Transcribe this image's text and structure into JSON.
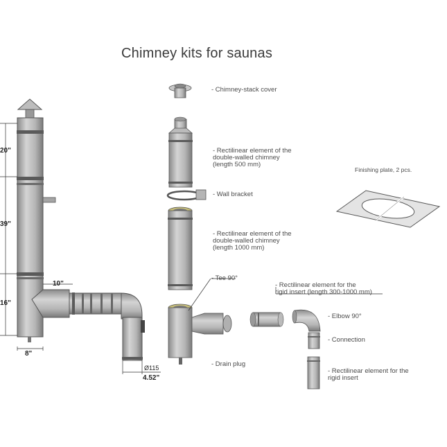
{
  "title": "Chimney kits for saunas",
  "dimensions": {
    "height_top": "20\"",
    "height_mid": "39\"",
    "height_low": "16\"",
    "offset": "10\"",
    "base_width": "8\"",
    "diameter": "Ø115",
    "outlet_width": "4.52\""
  },
  "components": [
    {
      "key": "cover",
      "label": "- Chimney-stack cover"
    },
    {
      "key": "rect500",
      "label": [
        "- Rectilinear element of the",
        "double-walled chimney",
        "(length 500 mm)"
      ]
    },
    {
      "key": "bracket",
      "label": "- Wall bracket"
    },
    {
      "key": "rect1000",
      "label": [
        "- Rectilinear element of the",
        "double-walled chimney",
        "(length 1000 mm)"
      ]
    },
    {
      "key": "tee",
      "label": "- Tee 90°"
    },
    {
      "key": "rigid_insert",
      "label": [
        "- Rectilinear element for the",
        "rigid insert (length 300-1000 mm)"
      ]
    },
    {
      "key": "elbow",
      "label": "- Elbow 90°"
    },
    {
      "key": "connection",
      "label": "- Connection"
    },
    {
      "key": "drain",
      "label": "- Drain plug"
    },
    {
      "key": "rigid_insert2",
      "label": [
        "- Rectilinear element for the",
        "rigid insert"
      ]
    }
  ],
  "finishing_plate": {
    "label": "Finishing plate, 2 pcs."
  },
  "colors": {
    "metal_light": "#d9d9d9",
    "metal_mid": "#a9a9a9",
    "metal_dark": "#6f6f6f",
    "ring": "#4f4f4f",
    "line": "#333333",
    "yellow_cap": "#c9c07a"
  }
}
